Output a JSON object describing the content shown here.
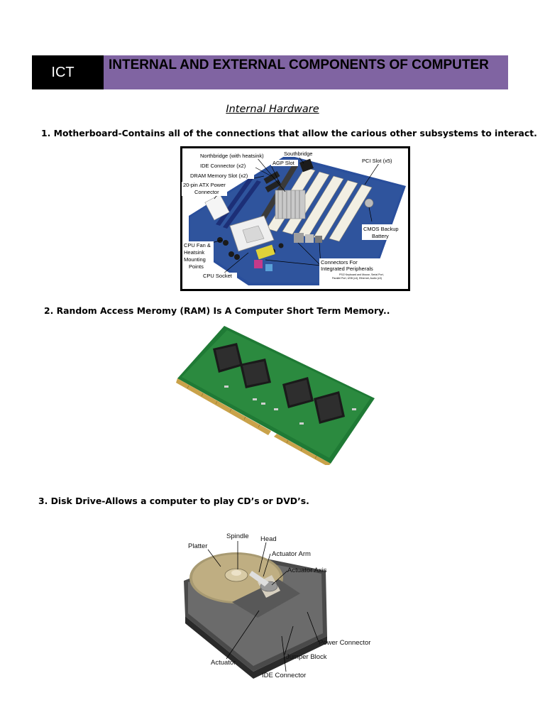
{
  "header": {
    "badge": "ICT",
    "title": "INTERNAL AND EXTERNAL COMPONENTS OF COMPUTER",
    "title_color": "#8064a2"
  },
  "section_title": "Internal Hardware",
  "items": [
    {
      "text": "1. Motherboard-Contains all of the connections that allow the carious other subsystems to interact."
    },
    {
      "text": "2. Random Access Meromy (RAM) Is A Computer Short Term Memory.."
    },
    {
      "text": "3. Disk Drive-Allows a computer to play CD’s or DVD’s."
    }
  ],
  "motherboard_labels": {
    "northbridge": "Northbridge (with heatsink)",
    "southbridge": "Southbridge",
    "ide": "IDE Connector (x2)",
    "agp": "AGP Slot",
    "pci": "PCI Slot (x5)",
    "dram": "DRAM Memory Slot (x2)",
    "atx1": "20-pin ATX Power",
    "atx2": "Connector",
    "cmos1": "CMOS Backup",
    "cmos2": "Battery",
    "fan1": "CPU Fan &",
    "fan2": "Heatsink",
    "fan3": "Mounting",
    "fan4": "Points",
    "socket": "CPU Socket",
    "conn1": "Connectors For",
    "conn2": "Integrated Peripherals",
    "tiny1": "PS/2 Keyboard and Mouse, Serial Port,",
    "tiny2": "Parallel Port, USB (x4), Ethernet, Audio (x3)"
  },
  "hdd_labels": {
    "spindle": "Spindle",
    "head": "Head",
    "platter": "Platter",
    "arm": "Actuator Arm",
    "axis": "Actuator Axis",
    "power": "Power Connector",
    "jumper": "Jumper Block",
    "actuator": "Actuator",
    "ide": "IDE Connector"
  }
}
